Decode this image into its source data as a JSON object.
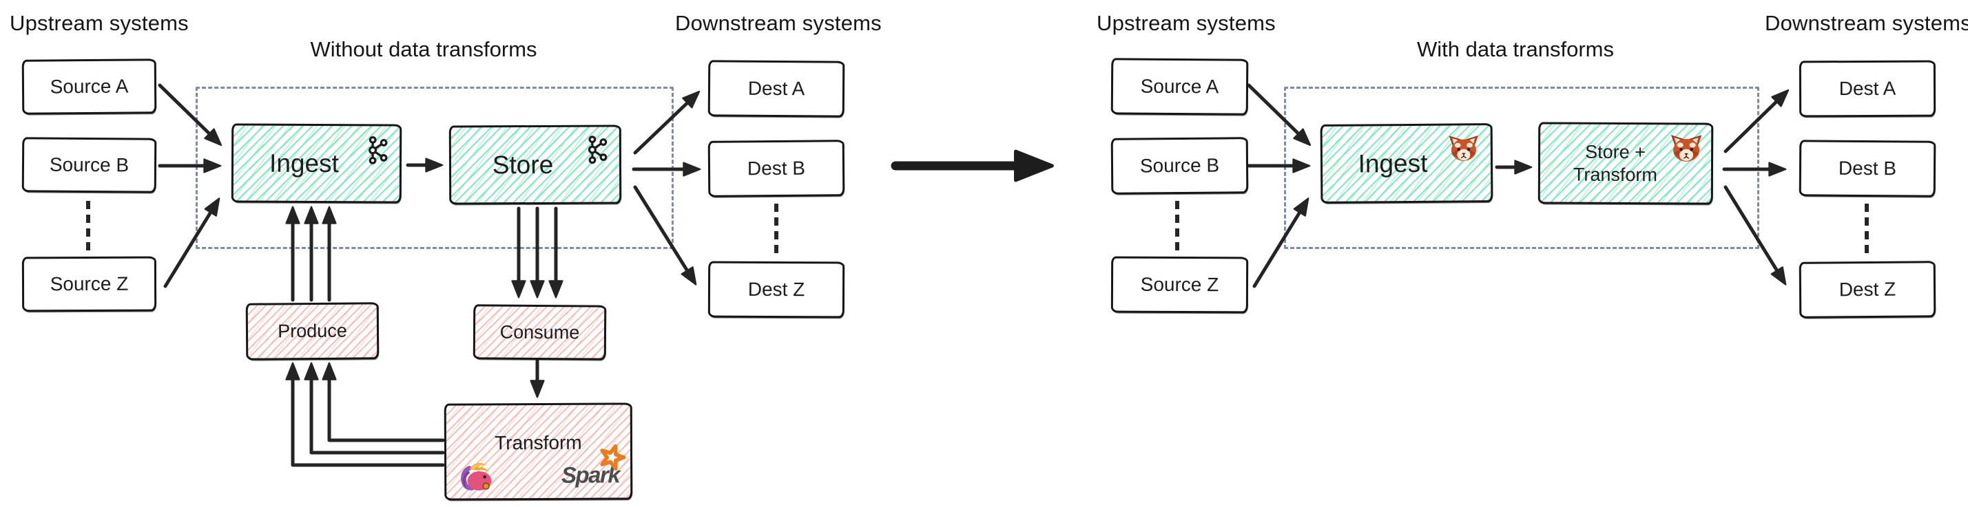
{
  "left": {
    "upstream_label": "Upstream systems",
    "downstream_label": "Downstream systems",
    "title": "Without data transforms",
    "sources": [
      "Source A",
      "Source B",
      "Source Z"
    ],
    "dests": [
      "Dest A",
      "Dest B",
      "Dest Z"
    ],
    "ingest_label": "Ingest",
    "store_label": "Store",
    "produce_label": "Produce",
    "consume_label": "Consume",
    "transform_label": "Transform",
    "spark_label": "Spark"
  },
  "right": {
    "upstream_label": "Upstream systems",
    "downstream_label": "Downstream systems",
    "title": "With data transforms",
    "sources": [
      "Source A",
      "Source B",
      "Source Z"
    ],
    "dests": [
      "Dest A",
      "Dest B",
      "Dest Z"
    ],
    "ingest_label": "Ingest",
    "store_transform_line1": "Store +",
    "store_transform_line2": "Transform"
  },
  "icons": {
    "kafka": "kafka-logo",
    "red_panda": "red-panda-logo",
    "flink": "flink-squirrel-logo",
    "spark_star": "spark-star-logo"
  },
  "colors": {
    "ink": "#1b1b1b",
    "arrow": "#242424",
    "teal": "#86e7c3",
    "pink": "#f6b8af",
    "dash": "#7e8ba3",
    "spark_orange": "#ee7a1b",
    "spark_gray": "#4c4c4c",
    "flink_pink": "#e2527a",
    "flink_purple": "#9a55b8",
    "flink_crest": "#f4a62a",
    "panda_orange": "#cc5227",
    "panda_cream": "#f7e9d6"
  }
}
